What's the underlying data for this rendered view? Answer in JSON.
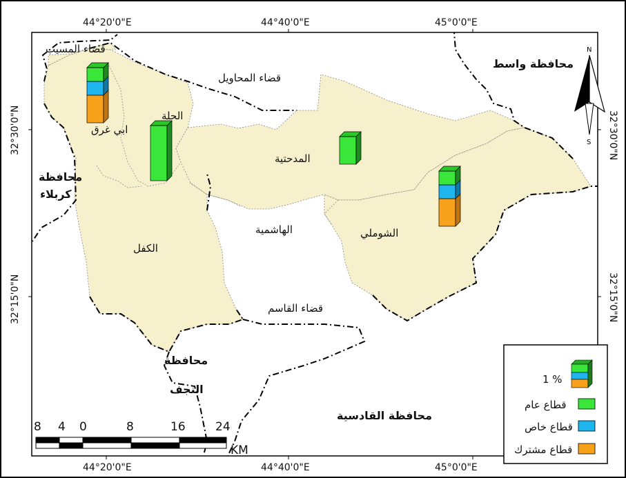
{
  "coordinates": {
    "top_x": [
      "44°20'0\"E",
      "44°40'0\"E",
      "45°0'0\"E"
    ],
    "bottom_x": [
      "44°20'0\"E",
      "44°40'0\"E",
      "45°0'0\"E"
    ],
    "left_y": [
      "32°30'0\"N",
      "32°15'0\"N"
    ],
    "right_y": [
      "32°30'0\"N",
      "32°15'0\"N"
    ]
  },
  "districts": {
    "musayyib": "قضاء المسيب",
    "mahawil": "قضاء المحاويل",
    "qasim": "قضاء القاسم",
    "hilla": "الحلة",
    "abi_gharaq": "ابي غرق",
    "kifl": "الكفل",
    "madhatiya": "المدحتية",
    "hashimiya": "الهاشمية",
    "shomali": "الشوملي"
  },
  "governorates": {
    "wasit": "محافظة واسط",
    "karbala_1": "محافظة",
    "karbala_2": "كربلاء",
    "najaf_1": "محافظة",
    "najaf_2": "النجف",
    "qadisiya": "محافظة القادسية"
  },
  "north_arrow": {
    "n": "N",
    "s": "S"
  },
  "scale_bar": {
    "labels": [
      "8",
      "4",
      "0",
      "8",
      "16",
      "24"
    ],
    "unit": "KM"
  },
  "legend": {
    "unit_text": "1 %",
    "items": [
      {
        "label": "قطاع عام",
        "color": "#39e639"
      },
      {
        "label": "قطاع خاص",
        "color": "#1fb6f0"
      },
      {
        "label": "قطاع مشترك",
        "color": "#f8a11b"
      }
    ]
  },
  "colors": {
    "region_fill": "#f6f0cc",
    "public": "#39e639",
    "private": "#1fb6f0",
    "mixed": "#f8a11b"
  },
  "chart_data": [
    {
      "district": "ابي غرق",
      "public": 1,
      "private": 1,
      "mixed": 2
    },
    {
      "district": "الحلة",
      "public": 4,
      "private": 0,
      "mixed": 0
    },
    {
      "district": "المدحتية",
      "public": 2,
      "private": 0,
      "mixed": 0
    },
    {
      "district": "الشوملي",
      "public": 1,
      "private": 1,
      "mixed": 2
    }
  ]
}
